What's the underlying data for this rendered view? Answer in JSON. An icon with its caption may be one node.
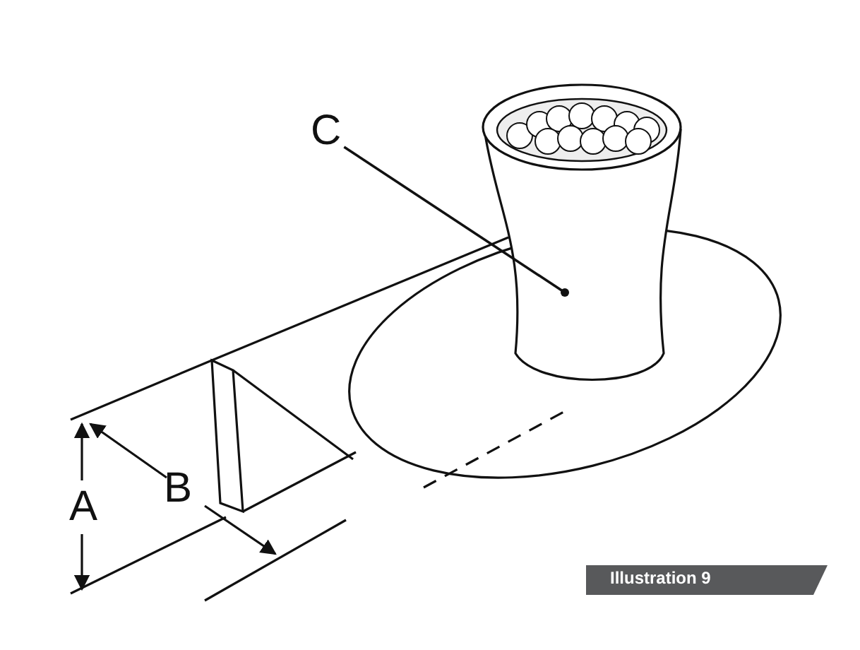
{
  "diagram": {
    "caption": "Illustration 9",
    "nodes": [
      {
        "text": [
          "C"
        ]
      },
      {
        "text": [],
        "shape": "picture"
      }
    ],
    "edges": [
      {
        "from": 0,
        "to": 1,
        "arrow": "none"
      }
    ],
    "labels": [
      "A",
      "B"
    ]
  }
}
